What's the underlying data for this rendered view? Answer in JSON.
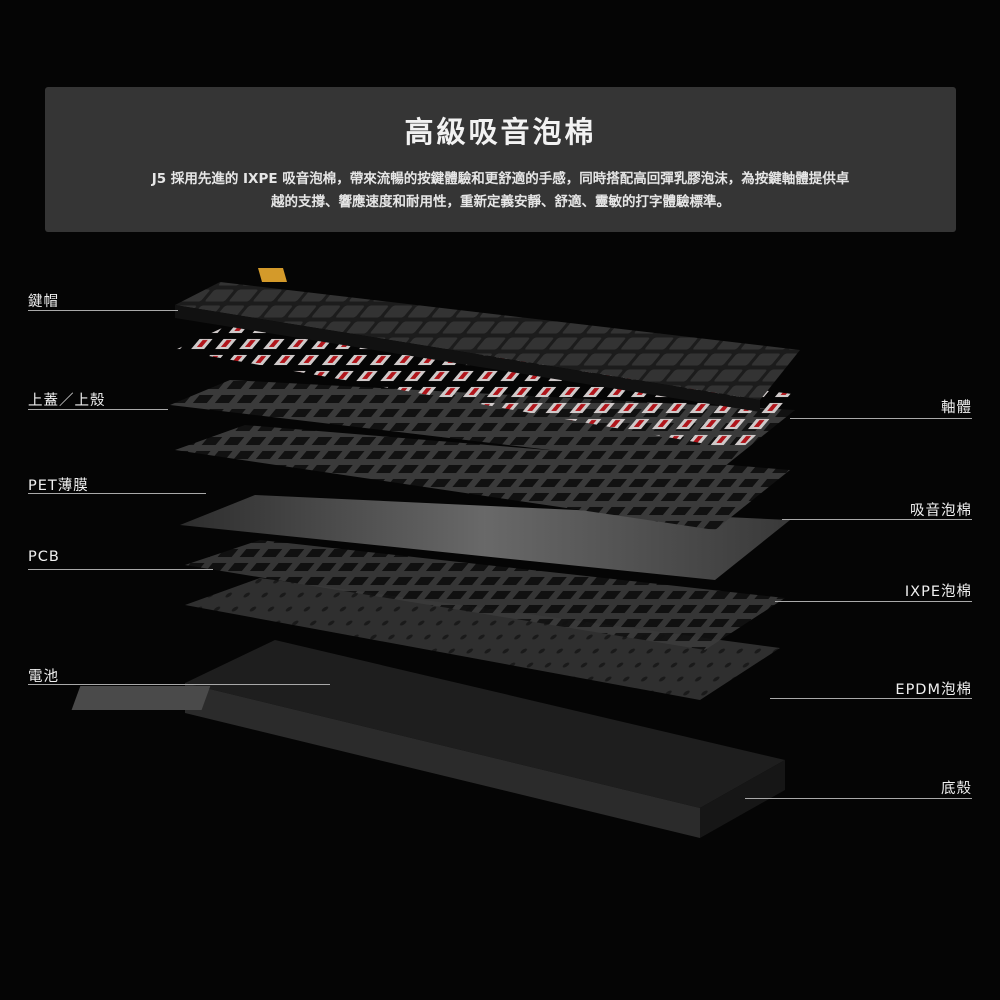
{
  "banner": {
    "title": "高級吸音泡棉",
    "description": "J5 採用先進的 IXPE 吸音泡棉，帶來流暢的按鍵體驗和更舒適的手感，同時搭配高回彈乳膠泡沫，為按鍵軸體提供卓越的支撐、響應速度和耐用性，重新定義安靜、舒適、靈敏的打字體驗標準。"
  },
  "labels": {
    "left": [
      "鍵帽",
      "上蓋／上殼",
      "PET薄膜",
      "PCB",
      "電池"
    ],
    "right": [
      "軸體",
      "吸音泡棉",
      "IXPE泡棉",
      "EPDM泡棉",
      "底殼"
    ]
  },
  "colors": {
    "background": "#050505",
    "banner": "#353535",
    "keycap": "#2c2c2c",
    "switch_stem": "#b0151b",
    "accent_key": "#d49a2a",
    "leader_line": "#a9a9a9"
  },
  "icons": [
    "keyboard-exploded-view-illustration"
  ]
}
